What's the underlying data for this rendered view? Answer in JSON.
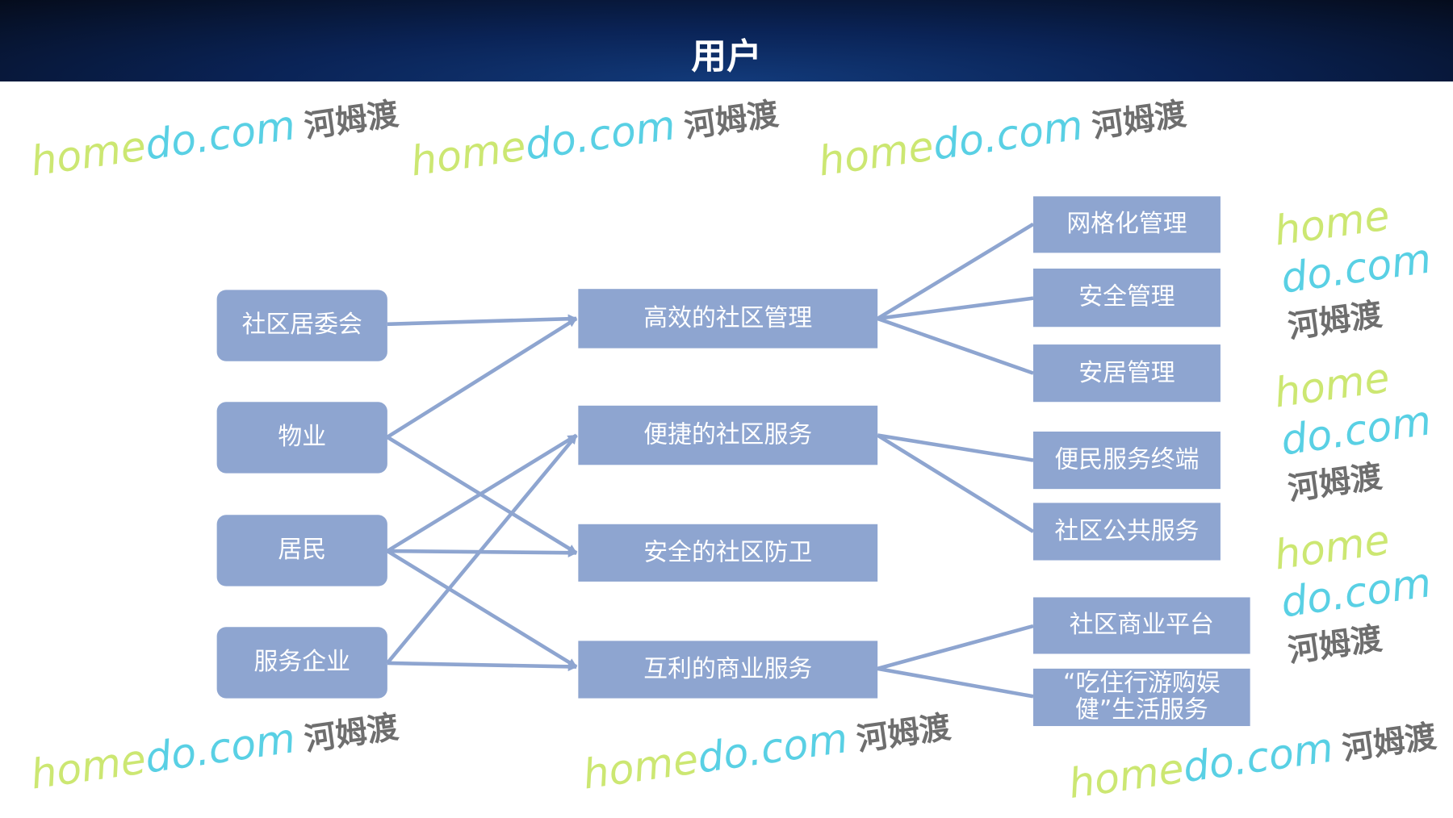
{
  "title": "用户",
  "colors": {
    "box": "#8ea5d0",
    "line": "#8ea5d0",
    "header": "#0a2356"
  },
  "sources": [
    {
      "label": "社区居委会"
    },
    {
      "label": "物业"
    },
    {
      "label": "居民"
    },
    {
      "label": "服务企业"
    }
  ],
  "categories": [
    {
      "label": "高效的社区管理"
    },
    {
      "label": "便捷的社区服务"
    },
    {
      "label": "安全的社区防卫"
    },
    {
      "label": "互利的商业服务"
    }
  ],
  "details": [
    {
      "label": "网格化管理"
    },
    {
      "label": "安全管理"
    },
    {
      "label": "安居管理"
    },
    {
      "label": "便民服务终端"
    },
    {
      "label": "社区公共服务"
    },
    {
      "label": "社区商业平台"
    },
    {
      "label": "“吃住行游购娱健”生活服务"
    }
  ],
  "arrows": [
    [
      0,
      0
    ],
    [
      1,
      0
    ],
    [
      1,
      2
    ],
    [
      2,
      1
    ],
    [
      2,
      2
    ],
    [
      2,
      3
    ],
    [
      3,
      1
    ],
    [
      3,
      3
    ]
  ],
  "lines": [
    [
      0,
      0
    ],
    [
      0,
      1
    ],
    [
      0,
      2
    ],
    [
      1,
      3
    ],
    [
      1,
      4
    ],
    [
      3,
      5
    ],
    [
      3,
      6
    ]
  ],
  "watermark": {
    "site_a": "home",
    "site_b": "do.com",
    "cn": "河姆渡"
  }
}
